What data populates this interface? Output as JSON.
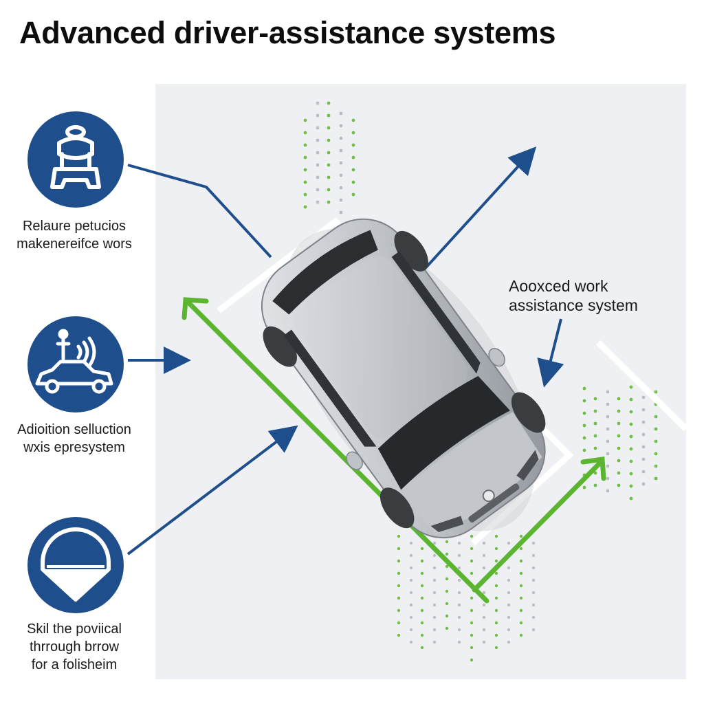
{
  "title": "Advanced driver-assistance systems",
  "features": [
    {
      "icon": "driver-seat-icon",
      "lines": [
        "Relaure petucios",
        "makenereifce wors"
      ]
    },
    {
      "icon": "car-sensor-signal-icon",
      "lines": [
        "Adioition selluction",
        "wxis epresystem"
      ]
    },
    {
      "icon": "road-warning-icon",
      "lines": [
        "Skil the poviical",
        "thrrough brrow",
        "for a folisheim"
      ]
    }
  ],
  "callout": {
    "lines": [
      "Aooxced work",
      "assistance system"
    ]
  },
  "colors": {
    "navy": "#1f4e8c",
    "green": "#5bb531",
    "panel": "#eef0f3"
  }
}
